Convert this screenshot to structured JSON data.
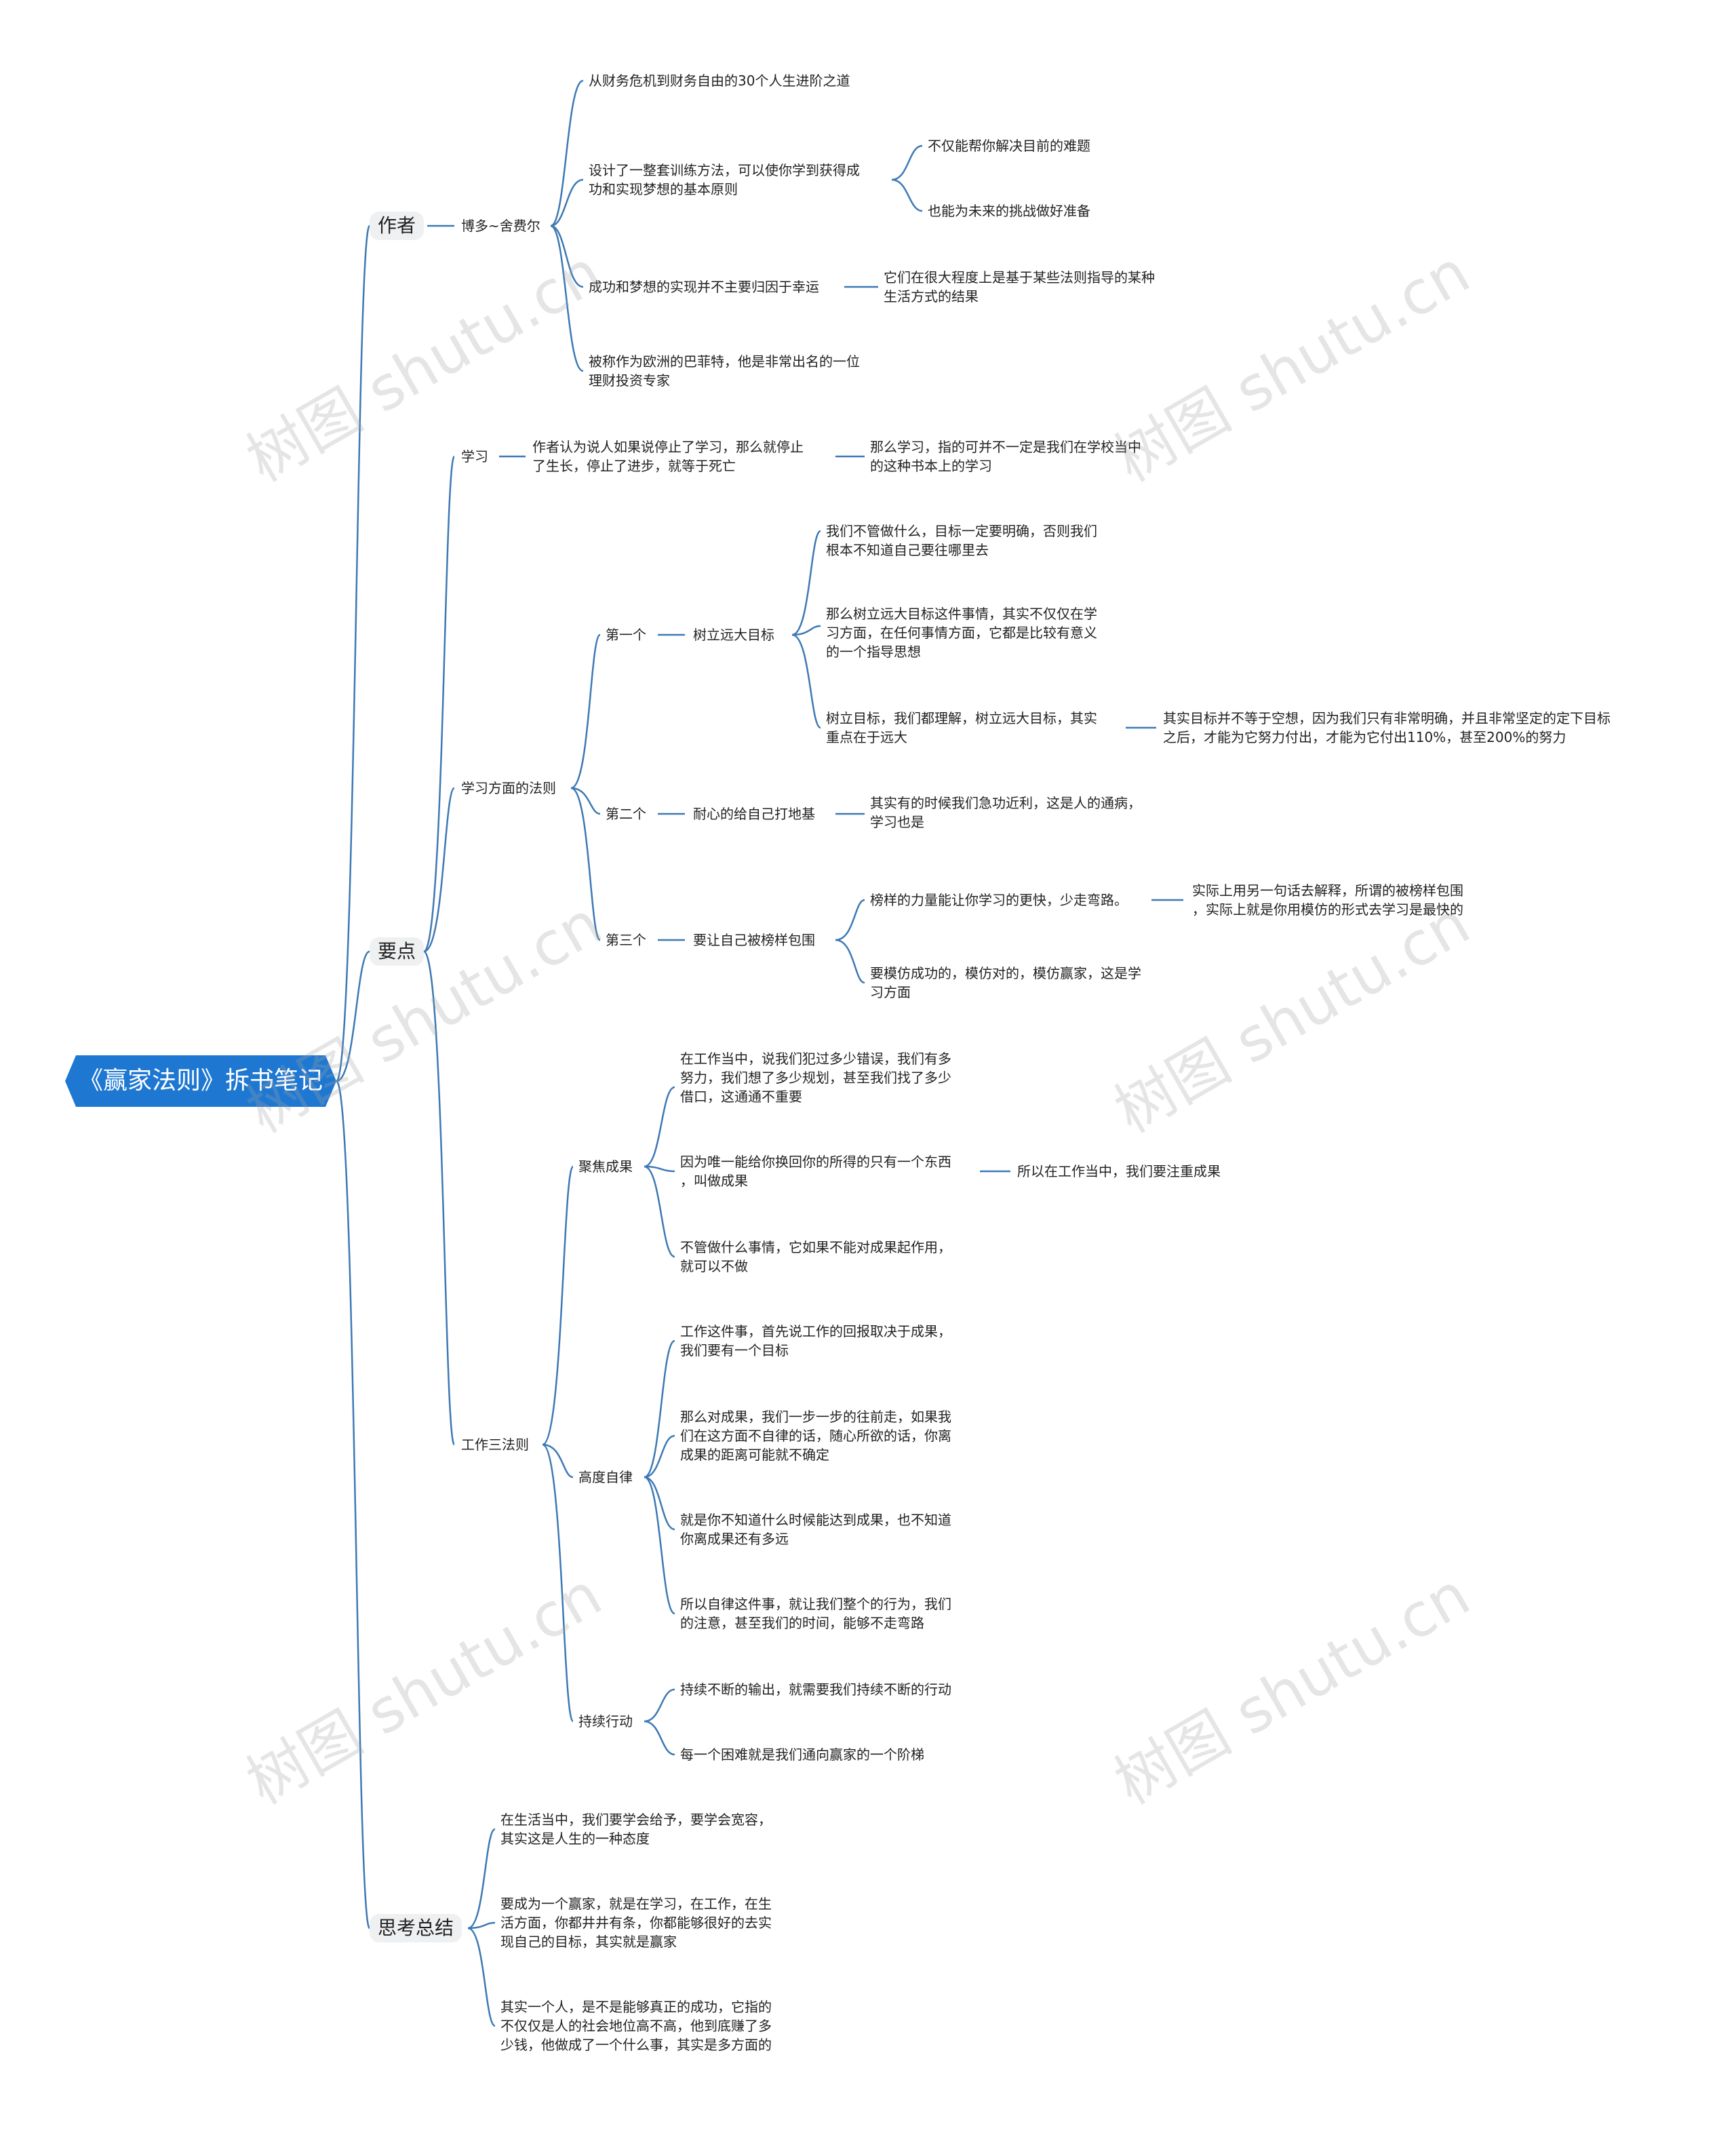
{
  "root": "《赢家法则》拆书笔记",
  "watermark": "树图 shutu.cn",
  "branches": {
    "author": {
      "label": "作者",
      "name": "博多~舍费尔",
      "items": [
        "从财务危机到财务自由的30个人生进阶之道",
        "设计了一整套训练方法，可以使你学到获得成\n功和实现梦想的基本原则",
        "成功和梦想的实现并不主要归因于幸运",
        "被称作为欧洲的巴菲特，他是非常出名的一位\n理财投资专家"
      ],
      "method_children": [
        "不仅能帮你解决目前的难题",
        "也能为未来的挑战做好准备"
      ],
      "luck_child": "它们在很大程度上是基于某些法则指导的某种\n生活方式的结果"
    },
    "key_points": {
      "label": "要点",
      "learning": {
        "label": "学习",
        "text": "作者认为说人如果说停止了学习，那么就停止\n了生长，停止了进步，就等于死亡",
        "child": "那么学习，指的可并不一定是我们在学校当中\n的这种书本上的学习"
      },
      "learning_rules": {
        "label": "学习方面的法则",
        "first": {
          "label": "第一个",
          "topic": "树立远大目标",
          "items": [
            "我们不管做什么，目标一定要明确，否则我们\n根本不知道自己要往哪里去",
            "那么树立远大目标这件事情，其实不仅仅在学\n习方面，在任何事情方面，它都是比较有意义\n的一个指导思想",
            "树立目标，我们都理解，树立远大目标，其实\n重点在于远大"
          ],
          "big_child": "其实目标并不等于空想，因为我们只有非常明确，并且非常坚定的定下目标\n之后，才能为它努力付出，才能为它付出110%，甚至200%的努力"
        },
        "second": {
          "label": "第二个",
          "topic": "耐心的给自己打地基",
          "child": "其实有的时候我们急功近利，这是人的通病，\n学习也是"
        },
        "third": {
          "label": "第三个",
          "topic": "要让自己被榜样包围",
          "items": [
            "榜样的力量能让你学习的更快，少走弯路。",
            "要模仿成功的，模仿对的，模仿赢家，这是学\n习方面"
          ],
          "child": "实际上用另一句话去解释，所谓的被榜样包围\n，实际上就是你用模仿的形式去学习是最快的"
        }
      },
      "work_rules": {
        "label": "工作三法则",
        "focus": {
          "label": "聚焦成果",
          "items": [
            "在工作当中，说我们犯过多少错误，我们有多\n努力，我们想了多少规划，甚至我们找了多少\n借口，这通通不重要",
            "因为唯一能给你换回你的所得的只有一个东西\n，叫做成果",
            "不管做什么事情，它如果不能对成果起作用，\n就可以不做"
          ],
          "child": "所以在工作当中，我们要注重成果"
        },
        "discipline": {
          "label": "高度自律",
          "items": [
            "工作这件事，首先说工作的回报取决于成果，\n我们要有一个目标",
            "那么对成果，我们一步一步的往前走，如果我\n们在这方面不自律的话，随心所欲的话，你离\n成果的距离可能就不确定",
            "就是你不知道什么时候能达到成果，也不知道\n你离成果还有多远",
            "所以自律这件事，就让我们整个的行为，我们\n的注意，甚至我们的时间，能够不走弯路"
          ]
        },
        "action": {
          "label": "持续行动",
          "items": [
            "持续不断的输出，就需要我们持续不断的行动",
            "每一个困难就是我们通向赢家的一个阶梯"
          ]
        }
      }
    },
    "summary": {
      "label": "思考总结",
      "items": [
        "在生活当中，我们要学会给予，要学会宽容，\n其实这是人生的一种态度",
        "要成为一个赢家，就是在学习，在工作，在生\n活方面，你都井井有条，你都能够很好的去实\n现自己的目标，其实就是赢家",
        "其实一个人，是不是能够真正的成功，它指的\n不仅仅是人的社会地位高不高，他到底赚了多\n少钱，他做成了一个什么事，其实是多方面的"
      ]
    }
  }
}
